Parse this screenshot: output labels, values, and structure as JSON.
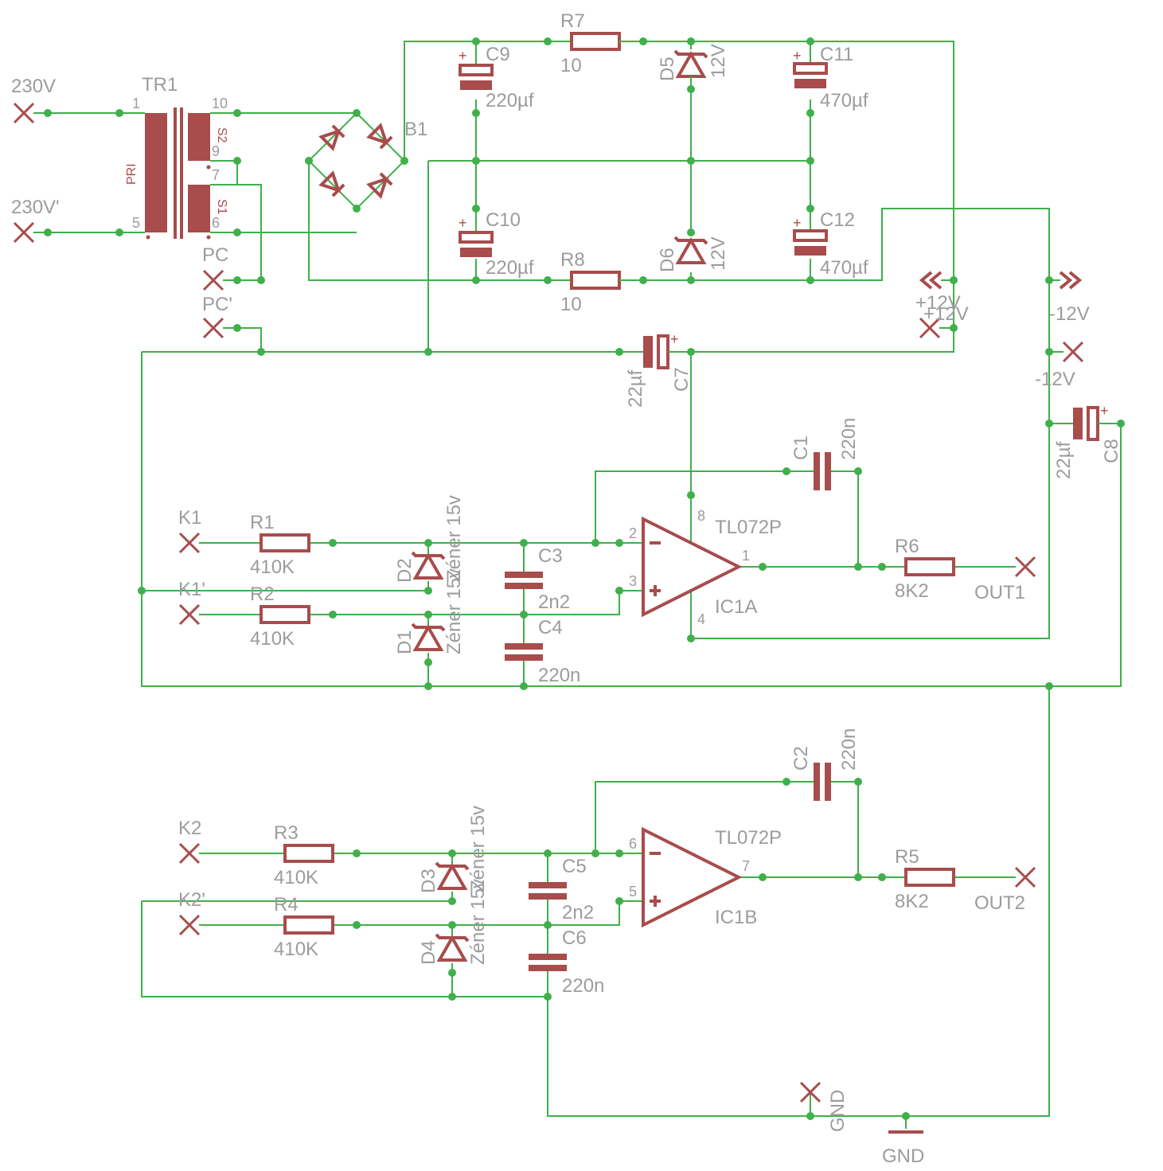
{
  "colors": {
    "wire": "#3fb04a",
    "component": "#a84c4c",
    "label": "#9c9c9c"
  },
  "terminals": {
    "ac_in": "230V",
    "ac_in_b": "230V'",
    "pc": "PC",
    "pc_b": "PC'",
    "k1": "K1",
    "k1_b": "K1'",
    "k2": "K2",
    "k2_b": "K2'",
    "out1": "OUT1",
    "out2": "OUT2",
    "gnd_terminal": "GND",
    "gnd_symbol": "GND",
    "pos12": "+12V",
    "pos12_b": "+12V",
    "neg12": "-12V",
    "neg12_b": "-12V"
  },
  "transformer": {
    "name": "TR1",
    "primary": "PRI",
    "s1": "S1",
    "s2": "S2",
    "pin1": "1",
    "pin5": "5",
    "pin10": "10",
    "pin9": "9",
    "pin7": "7",
    "pin6": "6"
  },
  "bridge": {
    "name": "B1"
  },
  "caps": {
    "c9": {
      "name": "C9",
      "value": "220µf"
    },
    "c10": {
      "name": "C10",
      "value": "220µf"
    },
    "c11": {
      "name": "C11",
      "value": "470µf"
    },
    "c12": {
      "name": "C12",
      "value": "470µf"
    },
    "c7": {
      "name": "C7",
      "value": "22µf"
    },
    "c8": {
      "name": "C8",
      "value": "22µf"
    },
    "c1": {
      "name": "C1",
      "value": "220n"
    },
    "c2": {
      "name": "C2",
      "value": "220n"
    },
    "c3": {
      "name": "C3",
      "value": "2n2"
    },
    "c4": {
      "name": "C4",
      "value": "220n"
    },
    "c5": {
      "name": "C5",
      "value": "2n2"
    },
    "c6": {
      "name": "C6",
      "value": "220n"
    }
  },
  "resistors": {
    "r7": {
      "name": "R7",
      "value": "10"
    },
    "r8": {
      "name": "R8",
      "value": "10"
    },
    "r1": {
      "name": "R1",
      "value": "410K"
    },
    "r2": {
      "name": "R2",
      "value": "410K"
    },
    "r3": {
      "name": "R3",
      "value": "410K"
    },
    "r4": {
      "name": "R4",
      "value": "410K"
    },
    "r5": {
      "name": "R5",
      "value": "8K2"
    },
    "r6": {
      "name": "R6",
      "value": "8K2"
    }
  },
  "diodes": {
    "d5": {
      "name": "D5",
      "value": "12V"
    },
    "d6": {
      "name": "D6",
      "value": "12V"
    },
    "d1": {
      "name": "D1",
      "value": "Zéner 15v"
    },
    "d2": {
      "name": "D2",
      "value": "Zéner 15v"
    },
    "d3": {
      "name": "D3",
      "value": "Zéner 15v"
    },
    "d4": {
      "name": "D4",
      "value": "Zéner 15v"
    }
  },
  "opamps": {
    "ic1a": {
      "name": "IC1A",
      "part": "TL072P",
      "pin_minus": "2",
      "pin_plus": "3",
      "pin_out": "1",
      "pin_vp": "8",
      "pin_vn": "4"
    },
    "ic1b": {
      "name": "IC1B",
      "part": "TL072P",
      "pin_minus": "6",
      "pin_plus": "5",
      "pin_out": "7"
    }
  }
}
